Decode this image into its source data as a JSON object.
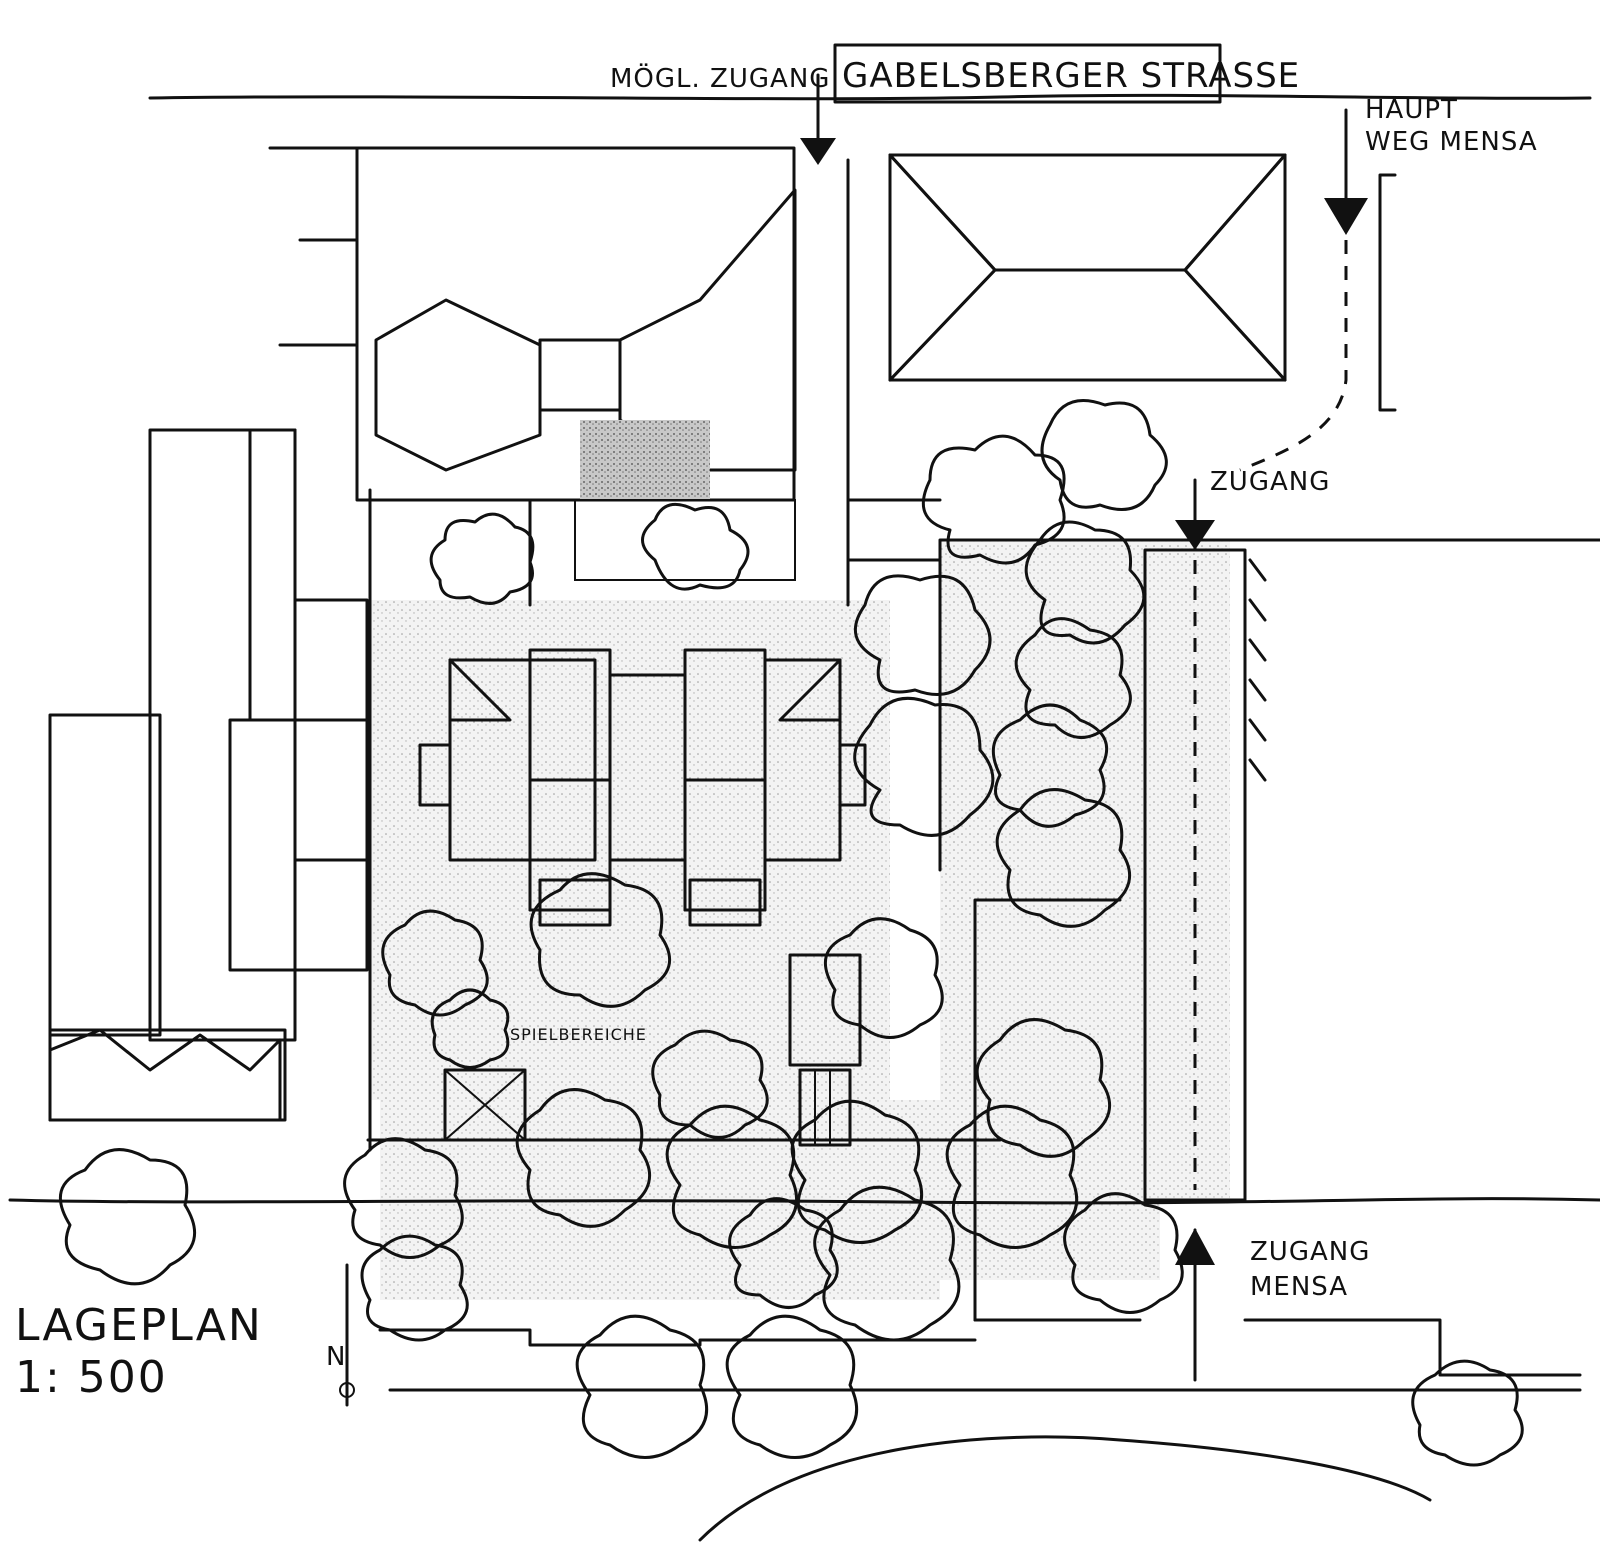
{
  "labels": {
    "street": "GABELSBERGER STRASSE",
    "possible_access": "MÖGL. ZUGANG",
    "main_route_line1": "HAUPT",
    "main_route_line2": "WEG MENSA",
    "access": "ZUGANG",
    "access_mensa_line1": "ZUGANG",
    "access_mensa_line2": "MENSA",
    "play_areas": "SPIELBEREICHE",
    "title_line1": "LAGEPLAN",
    "title_line2": "1: 500",
    "north": "N"
  },
  "colors": {
    "ink": "#111111",
    "tone_light": "#e6e6e6",
    "tone_mid": "#bdbdbd",
    "tone_dark": "#6a6a6a",
    "paper": "#ffffff"
  }
}
